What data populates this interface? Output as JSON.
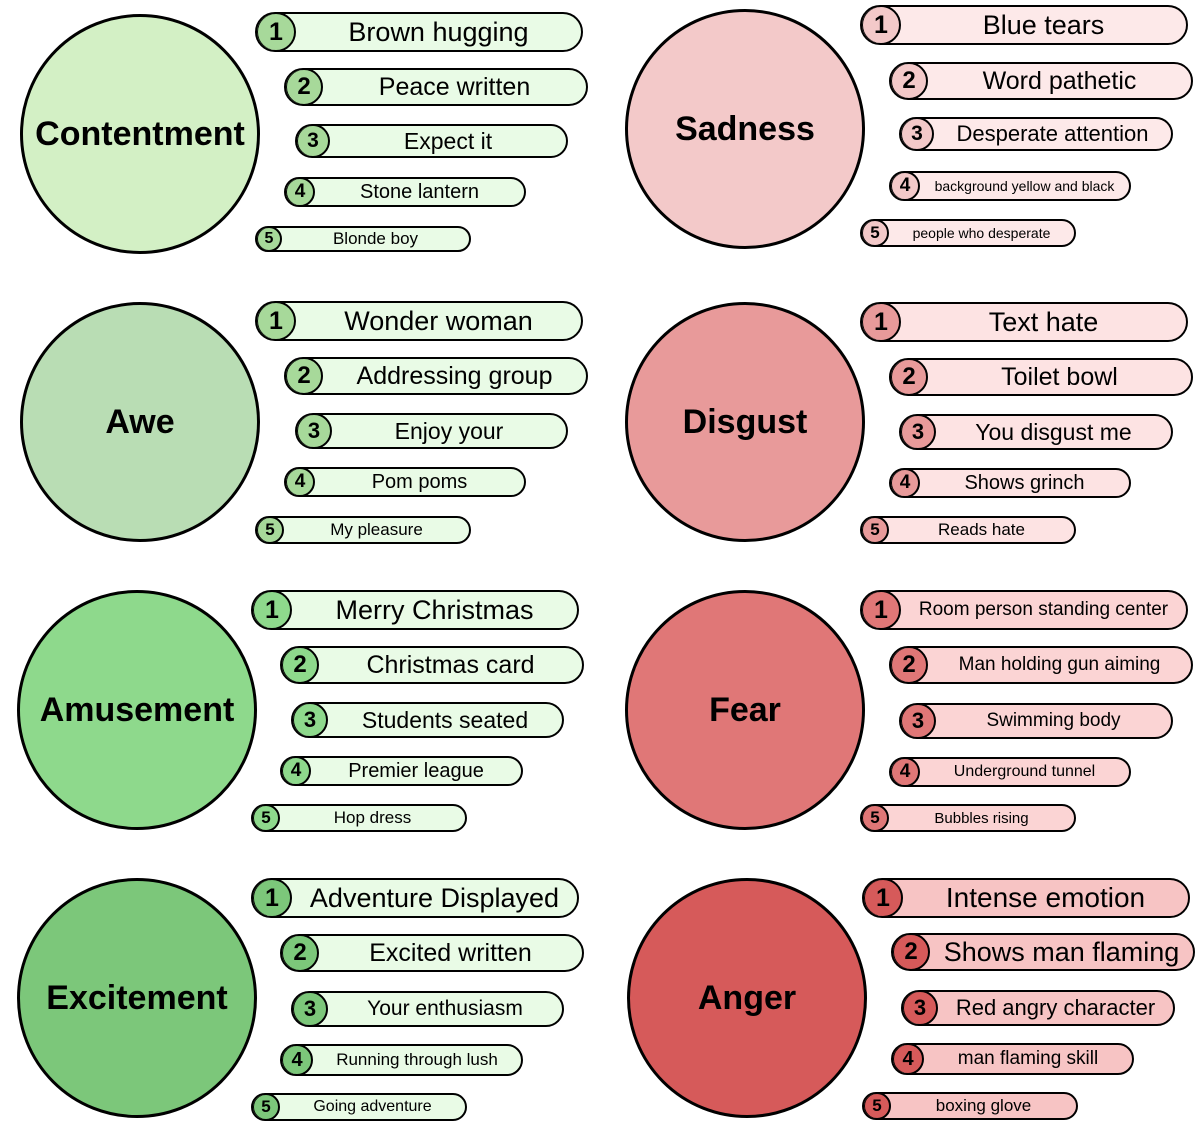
{
  "emotions": [
    {
      "name": "Contentment",
      "fill": "#d3f0c5",
      "pill_bg": "#e9fbe6",
      "num_bg": "#a7d99a",
      "items": [
        {
          "rank": "1",
          "text": "Brown hugging"
        },
        {
          "rank": "2",
          "text": "Peace written"
        },
        {
          "rank": "3",
          "text": "Expect it"
        },
        {
          "rank": "4",
          "text": "Stone lantern"
        },
        {
          "rank": "5",
          "text": "Blonde boy"
        }
      ]
    },
    {
      "name": "Sadness",
      "fill": "#f3c9c9",
      "pill_bg": "#fde9e9",
      "num_bg": "#f3c9c9",
      "items": [
        {
          "rank": "1",
          "text": "Blue tears"
        },
        {
          "rank": "2",
          "text": "Word pathetic"
        },
        {
          "rank": "3",
          "text": "Desperate attention"
        },
        {
          "rank": "4",
          "text": "background yellow and black"
        },
        {
          "rank": "5",
          "text": "people who desperate"
        }
      ]
    },
    {
      "name": "Awe",
      "fill": "#b9ddb4",
      "pill_bg": "#e9fbe6",
      "num_bg": "#a7d99a",
      "items": [
        {
          "rank": "1",
          "text": "Wonder woman"
        },
        {
          "rank": "2",
          "text": "Addressing group"
        },
        {
          "rank": "3",
          "text": "Enjoy your"
        },
        {
          "rank": "4",
          "text": "Pom poms"
        },
        {
          "rank": "5",
          "text": "My pleasure"
        }
      ]
    },
    {
      "name": "Disgust",
      "fill": "#e89a9a",
      "pill_bg": "#fde3e3",
      "num_bg": "#e89a9a",
      "items": [
        {
          "rank": "1",
          "text": "Text hate"
        },
        {
          "rank": "2",
          "text": "Toilet bowl"
        },
        {
          "rank": "3",
          "text": "You disgust me"
        },
        {
          "rank": "4",
          "text": "Shows grinch"
        },
        {
          "rank": "5",
          "text": "Reads hate"
        }
      ]
    },
    {
      "name": "Amusement",
      "fill": "#8ed98c",
      "pill_bg": "#e9fbe6",
      "num_bg": "#8ed98c",
      "items": [
        {
          "rank": "1",
          "text": "Merry Christmas"
        },
        {
          "rank": "2",
          "text": "Christmas card"
        },
        {
          "rank": "3",
          "text": "Students seated"
        },
        {
          "rank": "4",
          "text": "Premier league"
        },
        {
          "rank": "5",
          "text": "Hop dress"
        }
      ]
    },
    {
      "name": "Fear",
      "fill": "#e07777",
      "pill_bg": "#fbd4d4",
      "num_bg": "#e07777",
      "items": [
        {
          "rank": "1",
          "text": "Room person standing center"
        },
        {
          "rank": "2",
          "text": "Man holding gun aiming"
        },
        {
          "rank": "3",
          "text": "Swimming body"
        },
        {
          "rank": "4",
          "text": "Underground tunnel"
        },
        {
          "rank": "5",
          "text": "Bubbles rising"
        }
      ]
    },
    {
      "name": "Excitement",
      "fill": "#7cc77a",
      "pill_bg": "#e9fbe6",
      "num_bg": "#7cc77a",
      "items": [
        {
          "rank": "1",
          "text": "Adventure Displayed"
        },
        {
          "rank": "2",
          "text": "Excited written"
        },
        {
          "rank": "3",
          "text": "Your enthusiasm"
        },
        {
          "rank": "4",
          "text": "Running through lush"
        },
        {
          "rank": "5",
          "text": "Going adventure"
        }
      ]
    },
    {
      "name": "Anger",
      "fill": "#d65a5a",
      "pill_bg": "#f7c4c4",
      "num_bg": "#d65a5a",
      "items": [
        {
          "rank": "1",
          "text": "Intense emotion"
        },
        {
          "rank": "2",
          "text": "Shows man flaming"
        },
        {
          "rank": "3",
          "text": "Red angry character"
        },
        {
          "rank": "4",
          "text": "man flaming skill"
        },
        {
          "rank": "5",
          "text": "boxing glove"
        }
      ]
    }
  ]
}
